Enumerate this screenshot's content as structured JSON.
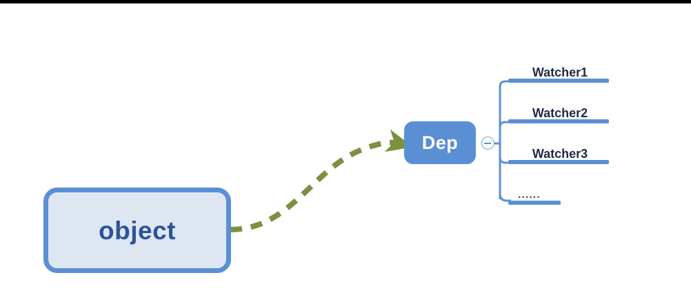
{
  "diagram": {
    "title": "Dep dependency and watcher subscription diagram",
    "colors": {
      "node_blue": "#5B8FD4",
      "object_fill": "#DEE6F2",
      "object_text": "#2E5496",
      "dep_text": "#FFFFFF",
      "arrow_green": "#7C9140",
      "branch_line": "#5B8FD4",
      "watcher_text": "#1F2A44",
      "top_bar": "#000000",
      "canvas_background": "#FFFFFF"
    },
    "source_node": {
      "label": "object",
      "shape": "rounded-rectangle"
    },
    "target_node": {
      "label": "Dep",
      "shape": "rounded-rectangle"
    },
    "connector": {
      "style": "dashed",
      "arrowhead": "triangle",
      "direction": "object-to-dep"
    },
    "collapse_toggle": {
      "state": "expanded",
      "glyph": "minus"
    },
    "branches": [
      {
        "label": "Watcher1"
      },
      {
        "label": "Watcher2"
      },
      {
        "label": "Watcher3"
      },
      {
        "label": "......"
      }
    ]
  }
}
